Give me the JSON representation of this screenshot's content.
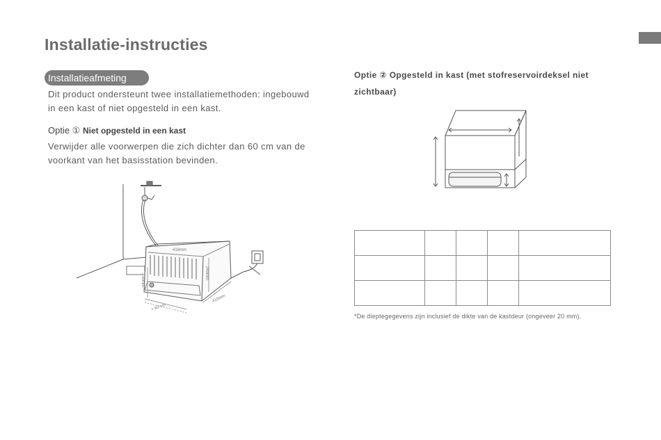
{
  "page": {
    "title": "Installatie-instructies"
  },
  "section": {
    "label": "Installatieafmeting",
    "intro_line1": "Dit product ondersteunt twee installatiemethoden: ingebouwd",
    "intro_line2": "in een kast of niet opgesteld in een kast."
  },
  "option1": {
    "prefix": "Optie ①",
    "title": "Niet opgesteld in een kast",
    "text_line1": "Verwijder alle voorwerpen die zich dichter dan 60 cm van de",
    "text_line2": "voorkant van het basisstation bevinden.",
    "diagram_labels": {
      "width": "416mm",
      "height": "249mm",
      "depth": "410mm",
      "side": "130mm",
      "clearance": "> 60 cm"
    }
  },
  "option2": {
    "title": "Optie ② Opgesteld in kast (met stofreservoirdeksel niet zichtbaar)"
  },
  "table": {
    "rows": [
      [
        "",
        "",
        "",
        "",
        ""
      ],
      [
        "",
        "",
        "",
        "",
        ""
      ],
      [
        "",
        "",
        "",
        "",
        ""
      ]
    ]
  },
  "footnote": "*De dieptegegevens zijn inclusief de dikte van de kastdeur (ongeveer 20 mm)."
}
